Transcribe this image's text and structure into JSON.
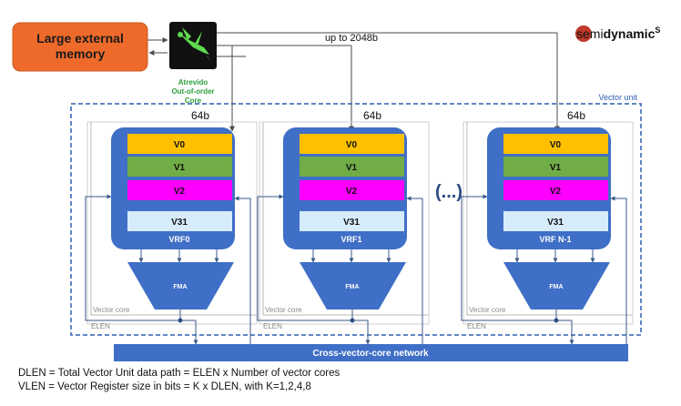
{
  "memory": {
    "label_line1": "Large external",
    "label_line2": "memory"
  },
  "core": {
    "label_line1": "Atrevido",
    "label_line2": "Out-of-order",
    "label_line3": "Core",
    "icon": "wasp-logo-icon"
  },
  "bus_label": "up to 2048b",
  "brand": {
    "prefix": "semi",
    "name": "dynamic",
    "superscript": "S"
  },
  "vector_unit_label": "Vector unit",
  "ellipsis": "(...)",
  "cores": [
    {
      "width_label": "64b",
      "registers": [
        "V0",
        "V1",
        "V2",
        "V31"
      ],
      "vrf_label": "VRF0",
      "fma_label": "FMA",
      "vector_core_label": "Vector core",
      "elen_label": "ELEN"
    },
    {
      "width_label": "64b",
      "registers": [
        "V0",
        "V1",
        "V2",
        "V31"
      ],
      "vrf_label": "VRF1",
      "fma_label": "FMA",
      "vector_core_label": "Vector core",
      "elen_label": "ELEN"
    },
    {
      "width_label": "64b",
      "registers": [
        "V0",
        "V1",
        "V2",
        "V31"
      ],
      "vrf_label": "VRF N-1",
      "fma_label": "FMA",
      "vector_core_label": "Vector core",
      "elen_label": "ELEN"
    }
  ],
  "network_label": "Cross-vector-core network",
  "footnotes": [
    "DLEN = Total Vector Unit data path = ELEN x Number of vector cores",
    "VLEN = Vector Register size in bits  = K x DLEN, with K=1,2,4,8"
  ],
  "colors": {
    "memory": "#ee6a2a",
    "core_bg": "#111111",
    "core_icon": "#5fd94f",
    "core_text": "#2c9e3c",
    "vrf_bg": "#3f6fc6",
    "v0": "#ffc000",
    "v1": "#70ad47",
    "v2": "#ff00ff",
    "v31": "#d6ecfb",
    "fma": "#3f6fc6",
    "network": "#3f6fc6",
    "dashed_border": "#2e5fb3",
    "brand_red": "#c0392b"
  }
}
